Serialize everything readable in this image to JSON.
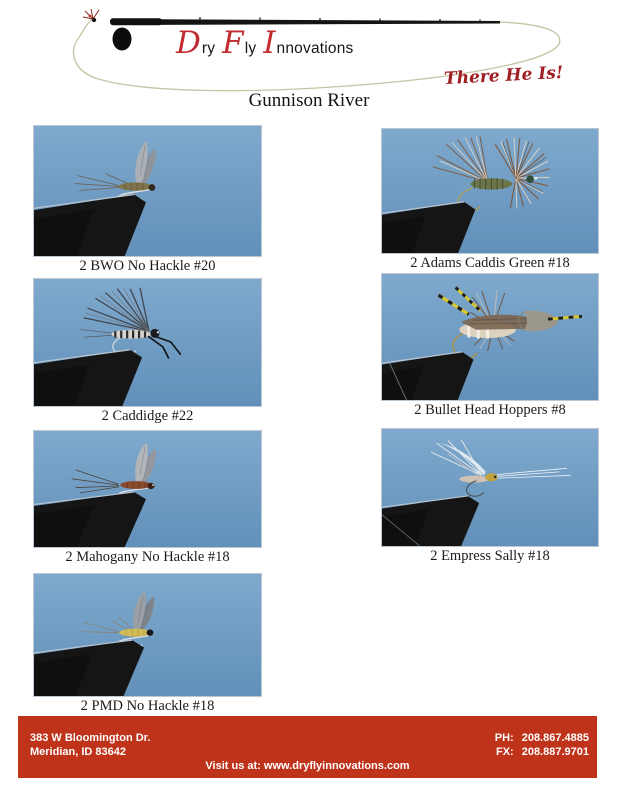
{
  "brand": {
    "name_parts": [
      {
        "initial": "D",
        "rest": "ry"
      },
      {
        "initial": "F",
        "rest": "ly"
      },
      {
        "initial": "I",
        "rest": "nnovations"
      }
    ],
    "tagline": "There He Is!"
  },
  "page_title": "Gunnison River",
  "flies": [
    {
      "caption": "2 BWO No Hackle #20"
    },
    {
      "caption": "2 Adams Caddis Green #18"
    },
    {
      "caption": "2 Caddidge #22"
    },
    {
      "caption": "2 Bullet Head Hoppers #8"
    },
    {
      "caption": "2 Mahogany No Hackle #18"
    },
    {
      "caption": "2 Empress Sally #18"
    },
    {
      "caption": "2 PMD No Hackle #18"
    }
  ],
  "footer": {
    "address_line1": "383 W Bloomington Dr.",
    "address_line2": "Meridian, ID 83642",
    "phone_label": "PH:",
    "phone": "208.867.4885",
    "fax_label": "FX:",
    "fax": "208.887.9701",
    "visit_text": "Visit us at: www.dryflyinnovations.com"
  },
  "colors": {
    "footer_red": "#c0331b",
    "brand_red": "#c02d31",
    "tagline_red": "#a01d22",
    "sky_top": "#7fa9cd",
    "sky_bottom": "#6290ba",
    "line_tan": "#c6c3a4"
  }
}
